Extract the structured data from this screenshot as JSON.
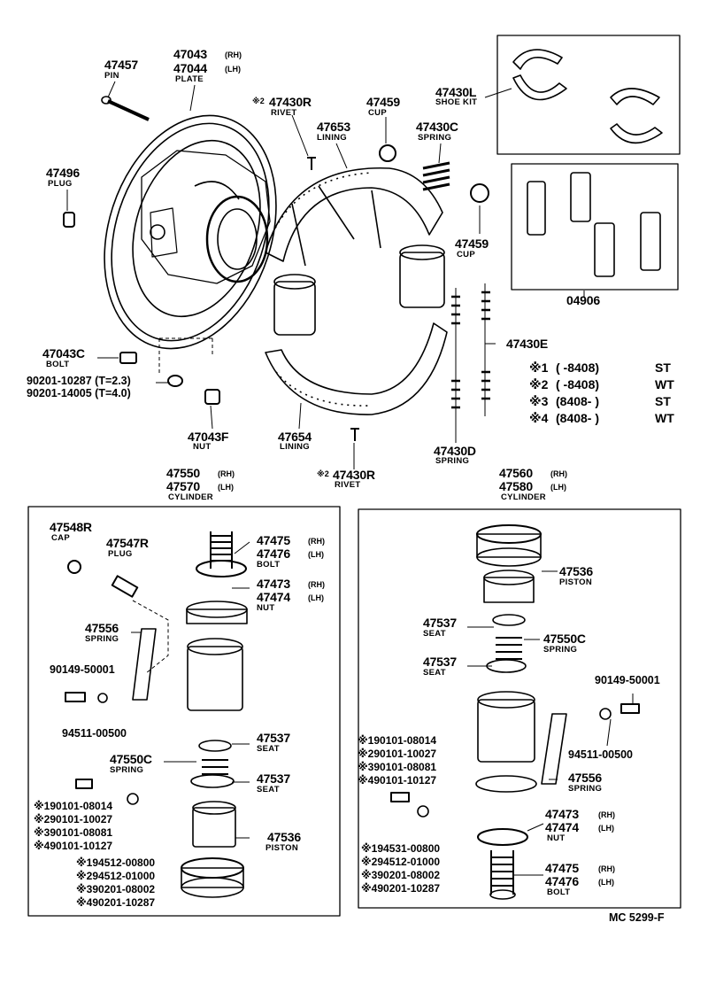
{
  "upper": {
    "plate_rh": "47043",
    "plate_rh_side": "(RH)",
    "plate_lh": "47044",
    "plate_lh_side": "(LH)",
    "plate_name": "PLATE",
    "pin_no": "47457",
    "pin_name": "PIN",
    "plug_no": "47496",
    "plug_name": "PLUG",
    "rivet_top_mark": "※2",
    "rivet_top_no": "47430R",
    "rivet_top_name": "RIVET",
    "lining_top_no": "47653",
    "lining_top_name": "LINING",
    "cup_top_no": "47459",
    "cup_top_name": "CUP",
    "spring_c_no": "47430C",
    "spring_c_name": "SPRING",
    "shoe_kit_no": "47430L",
    "shoe_kit_name": "SHOE KIT",
    "cup_mid_no": "47459",
    "cup_mid_name": "CUP",
    "kit_no": "04906",
    "spring_e_no": "47430E",
    "bolt_no": "47043C",
    "bolt_name": "BOLT",
    "washer_1": "90201-10287 (T=2.3)",
    "washer_2": "90201-14005 (T=4.0)",
    "nut_no": "47043F",
    "nut_name": "NUT",
    "lining_bot_no": "47654",
    "lining_bot_name": "LINING",
    "spring_d_no": "47430D",
    "spring_d_name": "SPRING",
    "rivet_bot_mark": "※2",
    "rivet_bot_no": "47430R",
    "rivet_bot_name": "RIVET"
  },
  "legend": [
    {
      "mark": "※1",
      "range": "(       -8408)",
      "code": "ST"
    },
    {
      "mark": "※2",
      "range": "(       -8408)",
      "code": "WT"
    },
    {
      "mark": "※3",
      "range": "(8408-        )",
      "code": "ST"
    },
    {
      "mark": "※4",
      "range": "(8408-        )",
      "code": "WT"
    }
  ],
  "left_cyl": {
    "head_rh": "47550",
    "head_rh_side": "(RH)",
    "head_lh": "47570",
    "head_lh_side": "(LH)",
    "head_name": "CYLINDER",
    "cap_no": "47548R",
    "cap_name": "CAP",
    "plug_no": "47547R",
    "plug_name": "PLUG",
    "spring_no": "47556",
    "spring_name": "SPRING",
    "bolt_a": "47475",
    "bolt_a_side": "(RH)",
    "bolt_b": "47476",
    "bolt_b_side": "(LH)",
    "bolt_name": "BOLT",
    "nut_a": "47473",
    "nut_a_side": "(RH)",
    "nut_b": "47474",
    "nut_b_side": "(LH)",
    "nut_name": "NUT",
    "screw": "90149-50001",
    "washer": "94511-00500",
    "seat_1": "47537",
    "seat_1_name": "SEAT",
    "spring2_no": "47550C",
    "spring2_name": "SPRING",
    "seat_2": "47537",
    "seat_2_name": "SEAT",
    "piston_no": "47536",
    "piston_name": "PISTON",
    "bolts": [
      "※190101-08014",
      "※290101-10027",
      "※390101-08081",
      "※490101-10127"
    ],
    "washers": [
      "※194512-00800",
      "※294512-01000",
      "※390201-08002",
      "※490201-10287"
    ]
  },
  "right_cyl": {
    "head_rh": "47560",
    "head_rh_side": "(RH)",
    "head_lh": "47580",
    "head_lh_side": "(LH)",
    "head_name": "CYLINDER",
    "piston_no": "47536",
    "piston_name": "PISTON",
    "seat_1": "47537",
    "seat_1_name": "SEAT",
    "spring_no": "47550C",
    "spring_name": "SPRING",
    "seat_2": "47537",
    "seat_2_name": "SEAT",
    "screw": "90149-50001",
    "bolts": [
      "※190101-08014",
      "※290101-10027",
      "※390101-08081",
      "※490101-10127"
    ],
    "washer": "94511-00500",
    "spring2_no": "47556",
    "spring2_name": "SPRING",
    "nut_a": "47473",
    "nut_a_side": "(RH)",
    "nut_b": "47474",
    "nut_b_side": "(LH)",
    "nut_name": "NUT",
    "washers": [
      "※194531-00800",
      "※294512-01000",
      "※390201-08002",
      "※490201-10287"
    ],
    "bolt_a": "47475",
    "bolt_a_side": "(RH)",
    "bolt_b": "47476",
    "bolt_b_side": "(LH)",
    "bolt_name": "BOLT"
  },
  "footer_code": "MC 5299-F"
}
